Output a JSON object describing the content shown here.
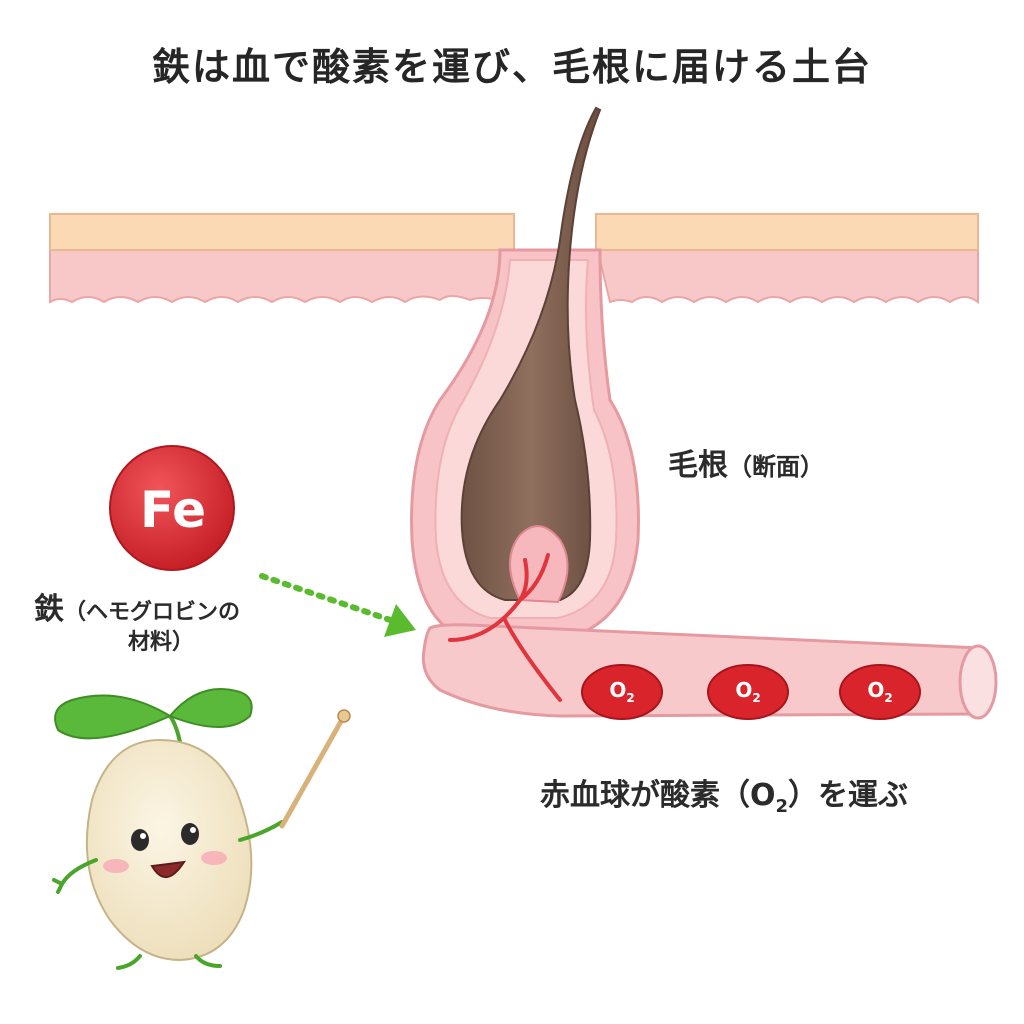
{
  "title": "鉄は血で酸素を運び、毛根に届ける土台",
  "hair_root_label": {
    "main": "毛根",
    "sub": "（断面）"
  },
  "iron": {
    "symbol": "Fe",
    "label_main": "鉄",
    "label_sub_line1": "（ヘモグロビンの",
    "label_sub_line2": "材料）"
  },
  "red_blood_cell_label": {
    "before": "赤血球が酸素（O",
    "sub": "2",
    "after": "）を運ぶ"
  },
  "oxygen_cells": [
    {
      "label": "O",
      "sub": "2"
    },
    {
      "label": "O",
      "sub": "2"
    },
    {
      "label": "O",
      "sub": "2"
    }
  ],
  "colors": {
    "skin_top": "#fcd9b5",
    "skin_pink": "#f7c4c6",
    "hair": "#8a6a5a",
    "iron_red": "#d8262e",
    "rbc_red": "#d9242c",
    "vessel": "#f7c5c8",
    "arrow_green": "#5bbb2e",
    "sprout_leaf": "#5ab83a",
    "seed_body": "#f6ecd2"
  }
}
